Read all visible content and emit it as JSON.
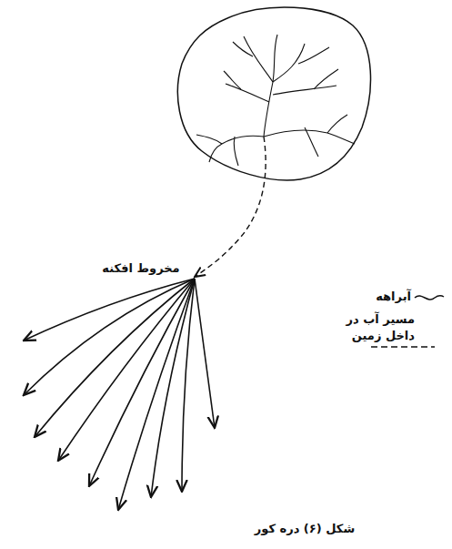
{
  "diagram": {
    "caption": "شکل (۶) دره کور",
    "labels": [
      "مخروط افکنه"
    ],
    "legend": [
      {
        "text": "آبراهه"
      },
      {
        "text": "مسیر آب در داخل زمین"
      }
    ]
  }
}
